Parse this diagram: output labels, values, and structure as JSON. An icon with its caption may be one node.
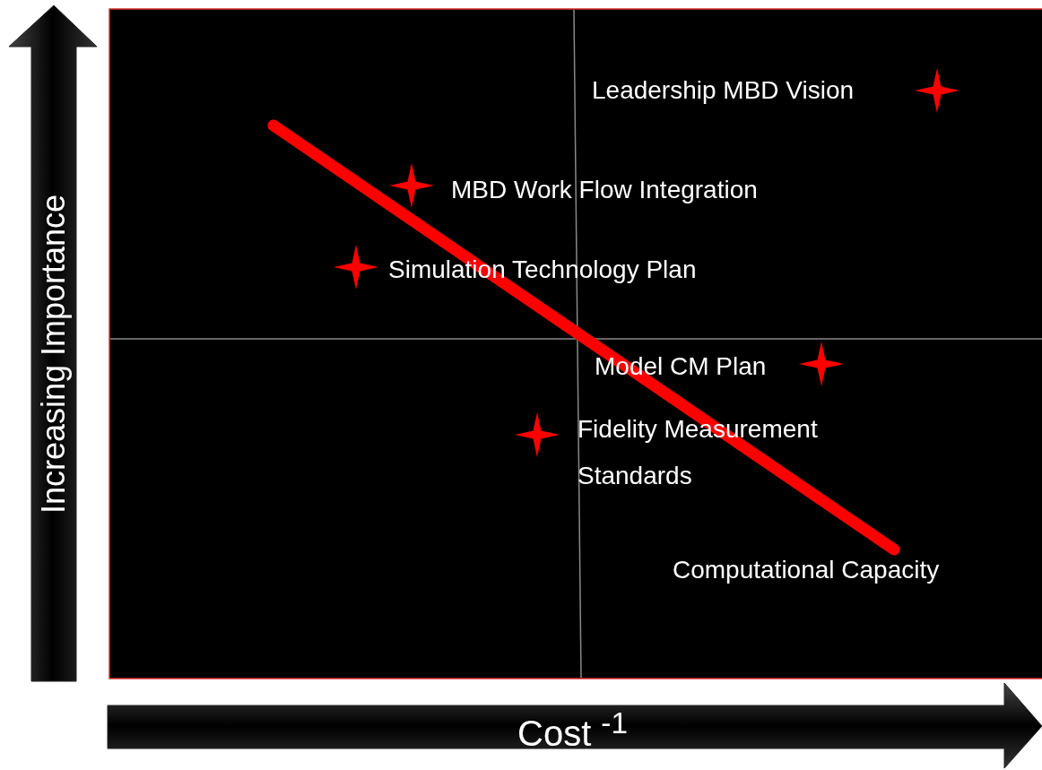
{
  "diagram": {
    "labels": [
      "Leadership MBD Vision",
      "MBD Work Flow Integration",
      "Simulation Technology Plan",
      "Model CM Plan",
      "Fidelity Measurement Standards",
      "Computational Capacity",
      "Increasing Importance",
      "Cost $^{-1}$"
    ]
  }
}
